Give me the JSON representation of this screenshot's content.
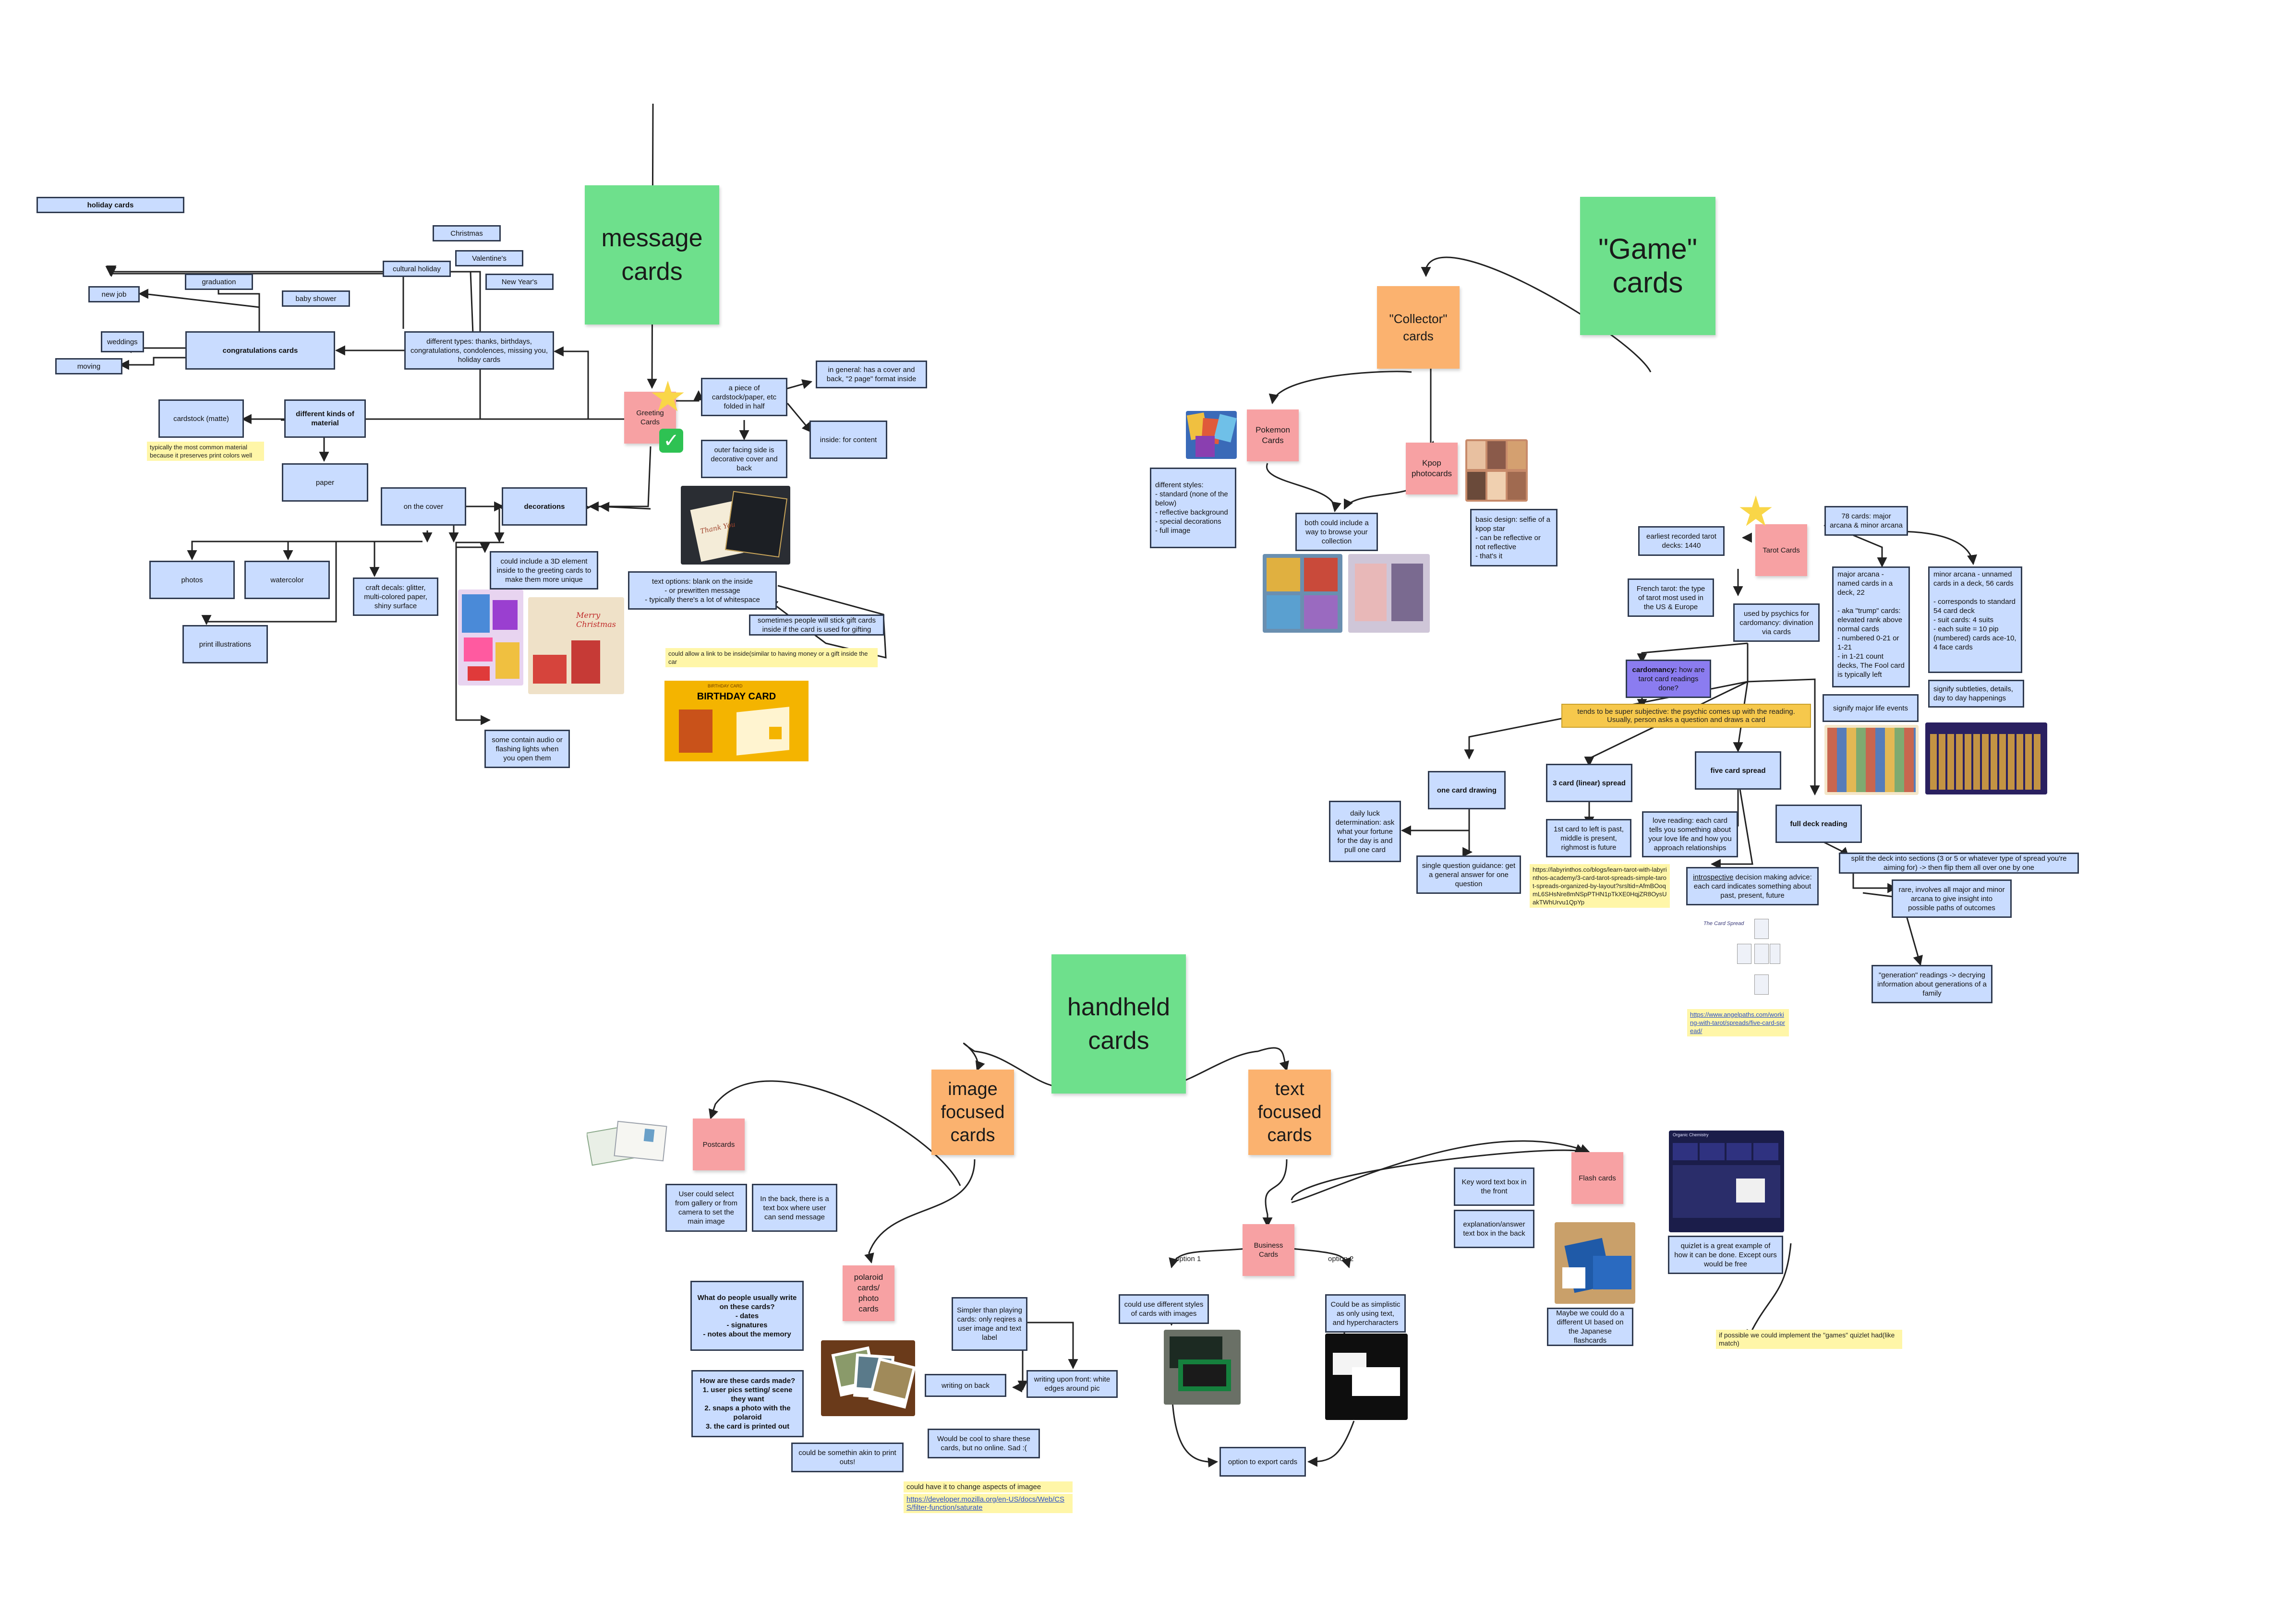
{
  "headers": {
    "message_cards": "message\ncards",
    "game_cards": "\"Game\"\ncards",
    "handheld_cards": "handheld\ncards"
  },
  "message_section": {
    "holiday_cards": "holiday cards",
    "christmas": "Christmas",
    "valentines": "Valentine's",
    "new_years": "New Year's",
    "cultural_holiday": "cultural holiday",
    "graduation": "graduation",
    "new_job": "new job",
    "baby_shower": "baby shower",
    "weddings": "weddings",
    "moving": "moving",
    "congratulations_cards": "congratulations cards",
    "different_types": "different types: thanks, birthdays, congratulations, condolences, missing you, holiday cards",
    "greeting_cards": "Greeting\nCards",
    "cardstock_piece": "a piece of cardstock/paper, etc folded in half",
    "general_cover": "in general: has a cover and back, \"2 page\" format inside",
    "inside_content": "inside: for content",
    "outer_facing": "outer facing side is decorative cover and back",
    "kinds_of_material": "different kinds of material",
    "cardstock_matte": "cardstock (matte)",
    "matte_note": "typically the most common material\nbecause it preserves print colors well",
    "paper": "paper",
    "on_the_cover": "on the cover",
    "decorations": "decorations",
    "photos": "photos",
    "watercolor": "watercolor",
    "craft_decals": "craft decals: glitter, multi-colored paper, shiny surface",
    "print_illustrations": "print illustrations",
    "three_d_element": "could include a 3D element inside to the greeting cards to make them more unique",
    "text_options": "text options: blank on the inside\n- or prewritten message\n- typically there's a lot of whitespace",
    "gift_cards": "sometimes people will stick gift cards inside if the card is used for gifting",
    "link_note": "could allow a link to be inside(similar to having money or a gift inside the car",
    "audio_lights": "some contain audio or flashing lights when you open them",
    "birthday_card_small": "BIRTHDAY CARD",
    "birthday_tag": "BIRTHDAY CARD",
    "merry_christmas": "Merry\nChristmas",
    "thank_you": "Thank You"
  },
  "game_section": {
    "collector_cards": "\"Collector\"\ncards",
    "pokemon_cards": "Pokemon\nCards",
    "kpop_photocards": "Kpop\nphotocards",
    "pokemon_styles": "different styles:\n- standard (none of the below)\n- reflective background\n- special decorations\n- full image",
    "browse_collection": "both could include a way to browse your collection",
    "kpop_design": "basic design: selfie of a kpop star\n- can be reflective or not reflective\n- that's it",
    "tarot_cards": "Tarot Cards",
    "earliest_tarot": "earliest recorded tarot decks: 1440",
    "french_tarot": "French tarot: the type of tarot most used in the US & Europe",
    "psychics": "used by psychics for cardomancy: divination via cards",
    "seventy_eight": "78 cards: major arcana & minor arcana",
    "major_arcana": "major arcana - named cards in a deck, 22\n\n- aka \"trump\" cards: elevated rank above normal cards\n- numbered 0-21 or 1-21\n- in 1-21 count decks, The Fool card is typically left",
    "minor_arcana": "minor arcana - unnamed cards in a deck, 56 cards\n\n- corresponds to standard 54 card deck\n- suit cards: 4 suits\n- each suite = 10 pip (numbered) cards ace-10, 4 face cards",
    "major_life_events": "signify major life events",
    "subtleties": "signify subtleties, details, day to day happenings",
    "cardomancy_label": "cardomancy:",
    "cardomancy_rest": " how are tarot card readings done?",
    "subjective": "tends to be super subjective: the psychic comes up with the reading. Usually, person asks a question and draws a card",
    "one_card": "one card drawing",
    "three_card": "3 card (linear) spread",
    "five_card": "five card spread",
    "full_deck": "full deck reading",
    "daily_luck": "daily luck determination: ask what your fortune for the day is and pull one card",
    "single_question": "single question guidance: get a general answer for one question",
    "past_present": "1st card to left is past, middle is present, righmost is future",
    "labyrinthos_link": "https://labyrinthos.co/blogs/learn-tarot-with-labyrinthos-academy/3-card-tarot-spreads-simple-tarot-spreads-organized-by-layout?srsltid=AfmBOoqmL6SHsNre8mNSpPTHN1pTkXE0HqjZR8OysUakTWhUrvu1QpYp",
    "love_reading": "love reading: each card tells you something about your love life and how you approach relationships",
    "introspective_u": "introspective",
    "introspective_rest": " decision making advice: each card indicates something about past, present, future",
    "split_deck": "split the deck into sections (3 or 5 or whatever type of spread you're aiming for) -> then flip them all over one by one",
    "rare_reading": "rare, involves all major and minor arcana to give insight into possible paths of outcomes",
    "generation_reading": "\"generation\" readings -> decrying information about generations of a family",
    "angelpaths_link": "https://www.angelpaths.com/working-with-tarot/spreads/five-card-spread/",
    "five_card_caption": "The Card Spread"
  },
  "handheld_section": {
    "image_focused": "image\nfocused\ncards",
    "text_focused": "text\nfocused\ncards",
    "postcards": "Postcards",
    "user_select": "User could select from gallery or from camera to set the main image",
    "back_textbox": "In the back, there is a text box where user can send message",
    "polaroid": "polaroid\ncards/\nphoto\ncards",
    "what_write": "What do people usually write on these cards?\n- dates\n- signatures\n- notes about the memory",
    "how_made": "How are these cards made?\n1. user pics setting/ scene they want\n2. snaps a photo with the polaroid\n3. the card is printed out",
    "print_outs": "could be somethin akin to print outs!",
    "simpler": "Simpler than playing cards: only reqires a user image and text label",
    "writing_on_back": "writing on back",
    "writing_upon_front": "writing upon front: white edges around pic",
    "share_cards": "Would be cool to share these cards, but no online. Sad :(",
    "change_aspects": "could have it to change aspects of imagee",
    "mdn_link": "https://developer.mozilla.org/en-US/docs/Web/CSS/filter-function/saturate",
    "business_cards": "Business\nCards",
    "option_1": "option 1",
    "option_2": "option 2",
    "different_styles": "could use different styles of cards with images",
    "simplistic": "Could be as simplistic as only using text, and hypercharacters",
    "export_cards": "option to export cards",
    "flash_cards": "Flash cards",
    "keyword_front": "Key word text box in the front",
    "explanation_back": "explanation/answer text box in the back",
    "japanese_flash": "Maybe we could do a different UI based on the Japanese flashcards",
    "quizlet_example": "quizlet is a great example of how it can be done. Except ours would be free",
    "games_quizlet": "if possible we could implement the \"games\" quizlet had(like match)",
    "quizlet_title": "Organic Chemistry"
  },
  "colors": {
    "box_fill": "#c9dcff",
    "box_border": "#2f3a4f",
    "green_sticky": "#6ee08c",
    "orange_sticky": "#fbb26f",
    "pink_sticky": "#f7a1a3",
    "purple_box": "#8b7cf0",
    "gold_note": "#f6c84c",
    "yellow_note": "#fff6a8"
  },
  "icons": {
    "star": "star-icon",
    "check": "check-mark-icon"
  }
}
